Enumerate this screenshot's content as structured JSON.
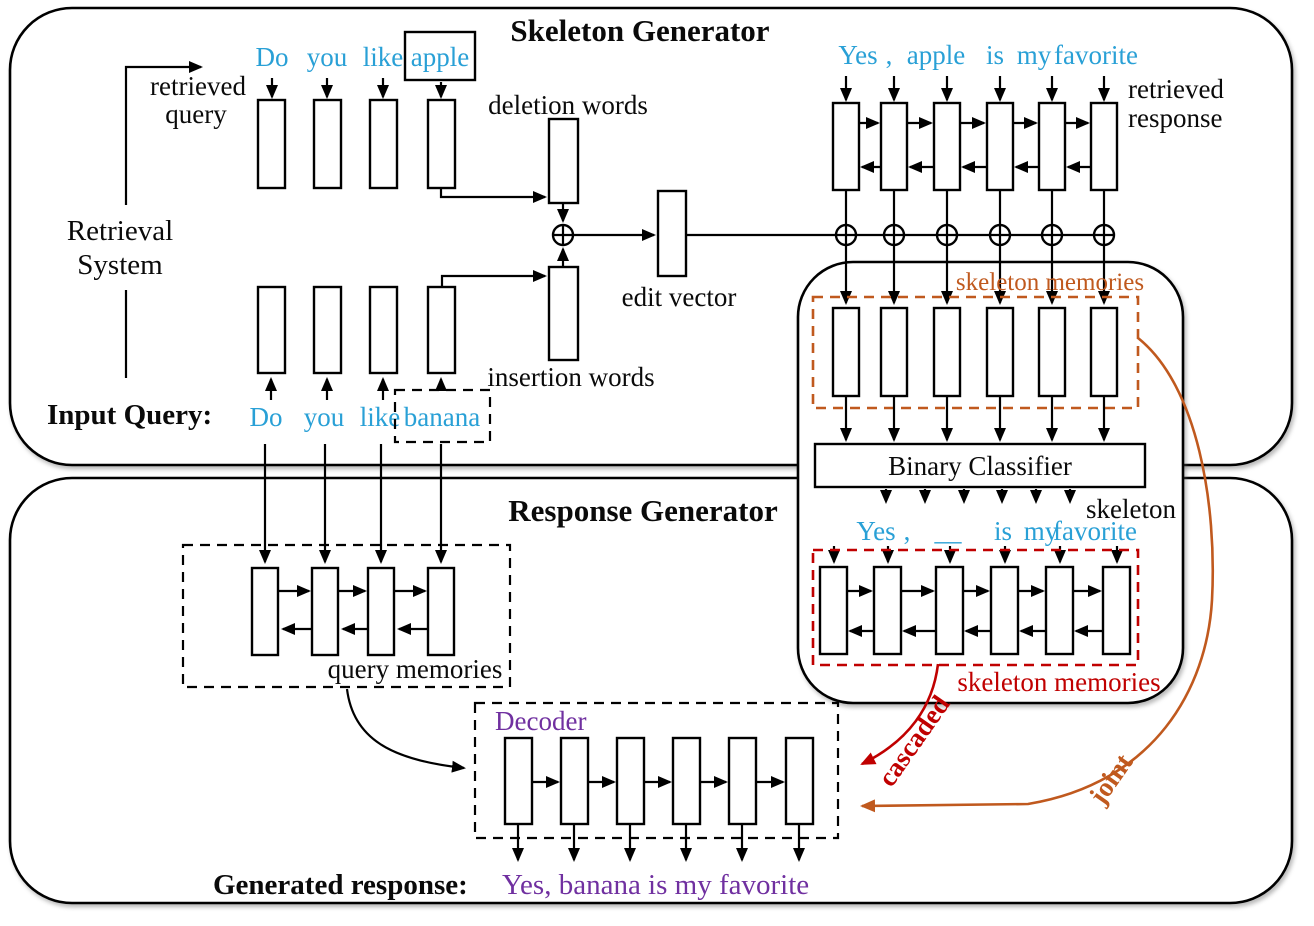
{
  "titles": {
    "skeleton_generator": "Skeleton Generator",
    "response_generator": "Response Generator"
  },
  "left_labels": {
    "retrieved_query_line1": "retrieved",
    "retrieved_query_line2": "query",
    "retrieval_line1": "Retrieval",
    "retrieval_line2": "System",
    "input_query": "Input Query:"
  },
  "skeleton_generator": {
    "query_words": [
      "Do",
      "you",
      "like"
    ],
    "query_boxed_word": "apple",
    "deletion_words": "deletion words",
    "insertion_words": "insertion words",
    "edit_vector": "edit vector",
    "response_words": [
      "Yes",
      ",",
      "apple",
      "is",
      "my",
      "favorite"
    ],
    "retrieved_response_line1": "retrieved",
    "retrieved_response_line2": "response"
  },
  "input_query": {
    "words": [
      "Do",
      "you",
      "like"
    ],
    "boxed_word": "banana"
  },
  "memory_module": {
    "skeleton_memories_top": "skeleton memories",
    "binary_classifier": "Binary Classifier",
    "skeleton": "skeleton",
    "skeleton_sentence": [
      "Yes",
      ",",
      "__",
      "is",
      "my",
      "favorite"
    ],
    "skeleton_memories_bottom": "skeleton memories"
  },
  "response_generator": {
    "query_memories": "query memories",
    "decoder": "Decoder",
    "generated_response_label": "Generated response:",
    "generated_response_text": "Yes, banana is my favorite",
    "cascaded": "cascaded",
    "joint": "joint"
  },
  "colors": {
    "word_blue": "#29a0d6",
    "memory_orange": "#c0591e",
    "memory_red": "#c00000",
    "decoder_purple": "#7030a0"
  }
}
